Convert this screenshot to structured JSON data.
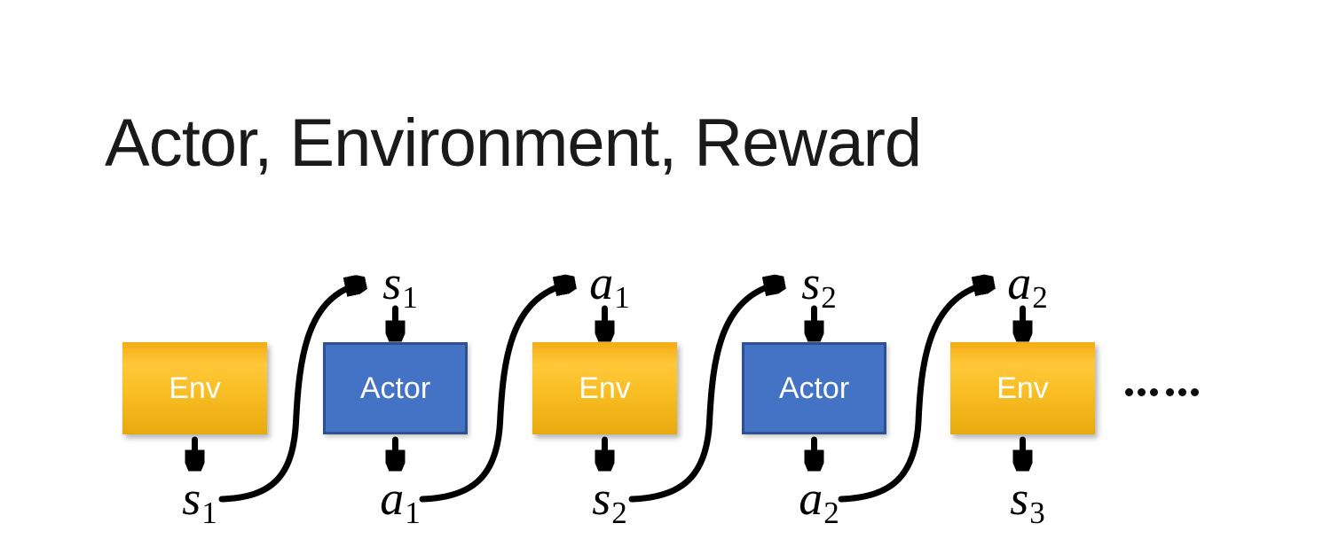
{
  "title": "Actor, Environment, Reward",
  "diagram": {
    "columns": [
      {
        "box": "Env",
        "top": null,
        "bottom": {
          "base": "s",
          "sub": "1"
        }
      },
      {
        "box": "Actor",
        "top": {
          "base": "s",
          "sub": "1"
        },
        "bottom": {
          "base": "a",
          "sub": "1"
        }
      },
      {
        "box": "Env",
        "top": {
          "base": "a",
          "sub": "1"
        },
        "bottom": {
          "base": "s",
          "sub": "2"
        }
      },
      {
        "box": "Actor",
        "top": {
          "base": "s",
          "sub": "2"
        },
        "bottom": {
          "base": "a",
          "sub": "2"
        }
      },
      {
        "box": "Env",
        "top": {
          "base": "a",
          "sub": "2"
        },
        "bottom": {
          "base": "s",
          "sub": "3"
        }
      }
    ],
    "ellipsis_dot_count": 6
  },
  "colors": {
    "env_gradient_top": "#F3AC15",
    "env_gradient_light": "#FFC83A",
    "env_gradient_bottom": "#E7A90E",
    "actor_fill": "#4472C4",
    "actor_border": "#2F528F",
    "box_text": "#FFFFFF",
    "arrow": "#000000",
    "title_text": "#1A1A1A",
    "background": "#FFFFFF"
  }
}
